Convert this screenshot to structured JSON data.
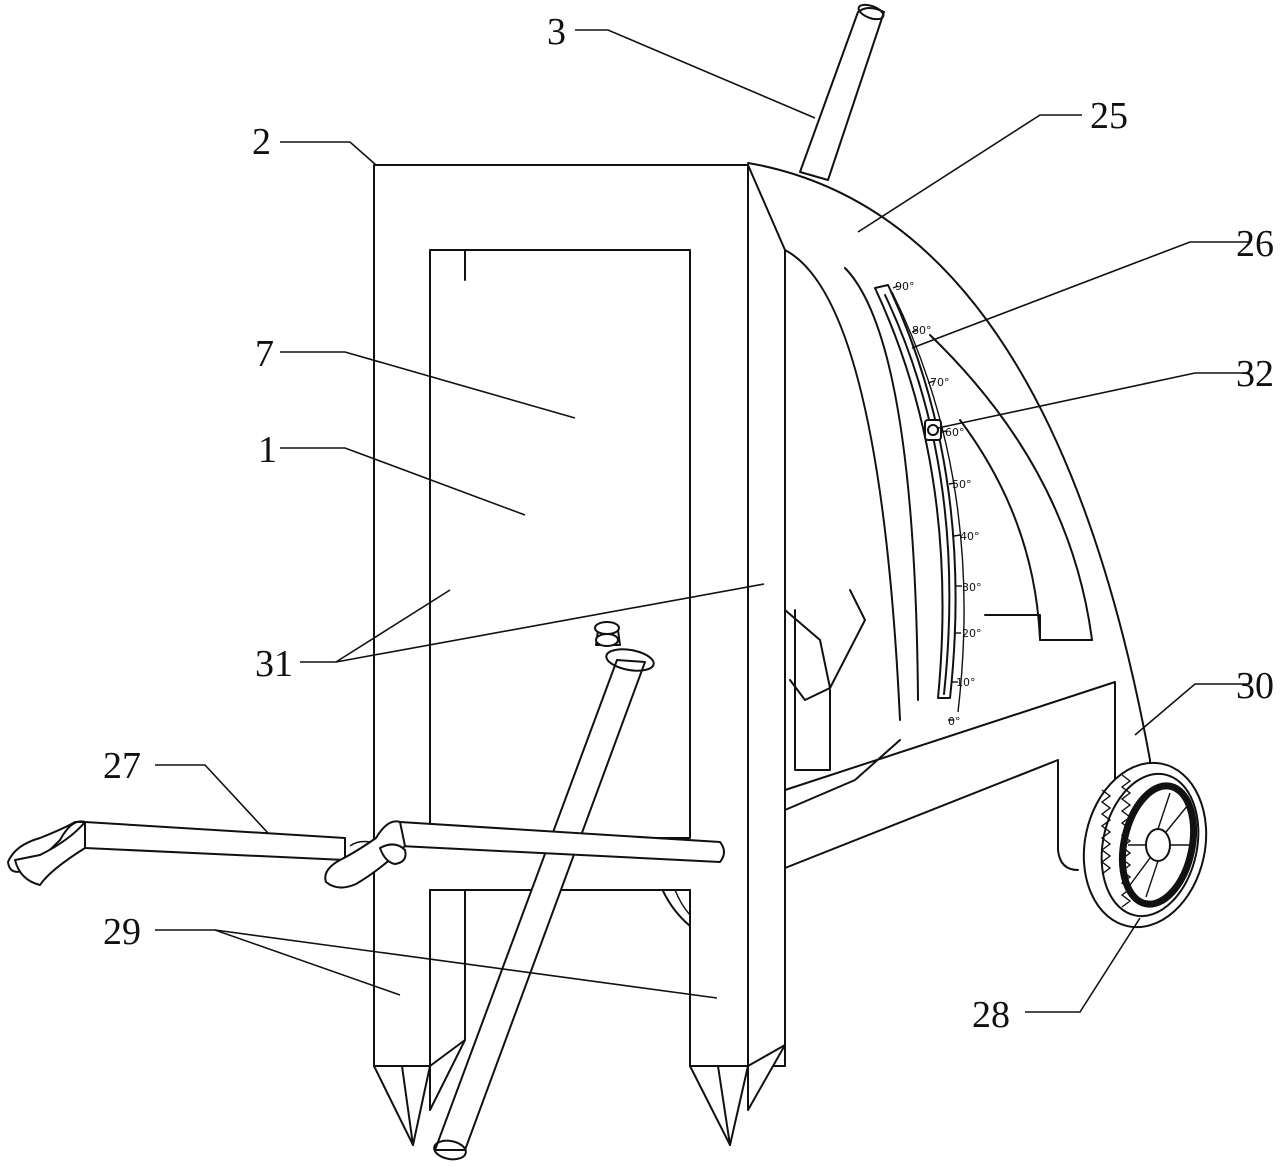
{
  "labels": [
    {
      "id": "3",
      "text": "3"
    },
    {
      "id": "2",
      "text": "2"
    },
    {
      "id": "25",
      "text": "25"
    },
    {
      "id": "26",
      "text": "26"
    },
    {
      "id": "7",
      "text": "7"
    },
    {
      "id": "32",
      "text": "32"
    },
    {
      "id": "1",
      "text": "1"
    },
    {
      "id": "31",
      "text": "31"
    },
    {
      "id": "30",
      "text": "30"
    },
    {
      "id": "27",
      "text": "27"
    },
    {
      "id": "29",
      "text": "29"
    },
    {
      "id": "28",
      "text": "28"
    }
  ],
  "scale": {
    "marks": [
      "90°",
      "80°",
      "70°",
      "60°",
      "50°",
      "40°",
      "30°",
      "20°",
      "10°",
      "0°"
    ]
  },
  "colors": {
    "line": "#111111",
    "background": "#ffffff"
  }
}
